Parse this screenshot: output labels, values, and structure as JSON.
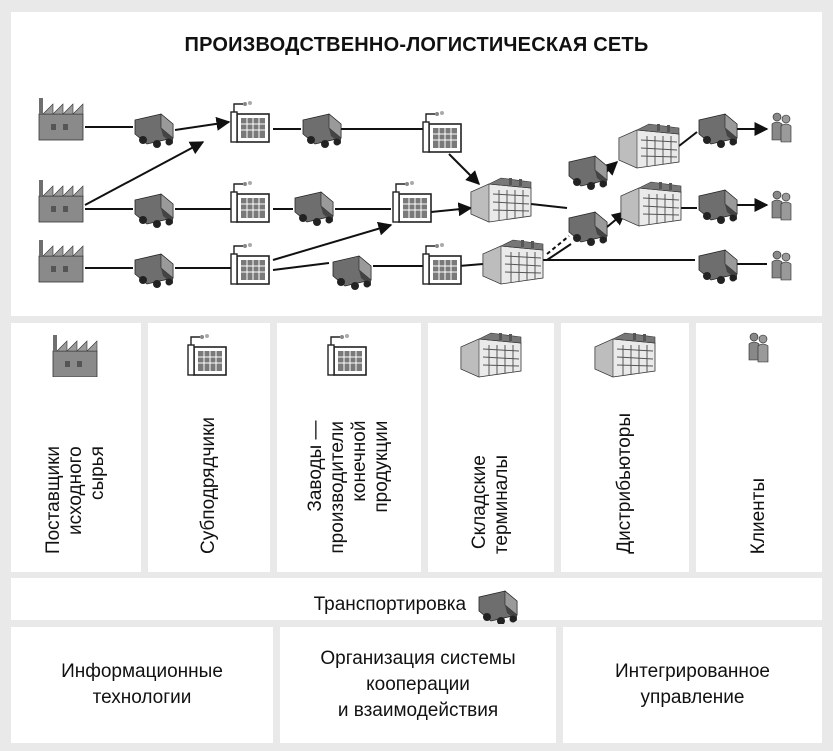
{
  "title": "ПРОИЗВОДСТВЕННО-ЛОГИСТИЧЕСКАЯ СЕТЬ",
  "columns": [
    {
      "label": "Поставщики\nисходного\nсырья",
      "icon": "factory-icon"
    },
    {
      "label": "Субподрядчики",
      "icon": "plant-icon"
    },
    {
      "label": "Заводы —\nпроизводители\nконечной\nпродукции",
      "icon": "plant-icon"
    },
    {
      "label": "Складские\nтерминалы",
      "icon": "warehouse-icon"
    },
    {
      "label": "Дистрибьюторы",
      "icon": "warehouse-icon"
    },
    {
      "label": "Клиенты",
      "icon": "people-icon"
    }
  ],
  "transport": {
    "label": "Транспортировка",
    "icon": "truck-icon"
  },
  "bottom": [
    {
      "label": "Информационные\nтехнологии"
    },
    {
      "label": "Организация системы\nкооперации\nи взаимодействия"
    },
    {
      "label": "Интегрированное\nуправление"
    }
  ]
}
